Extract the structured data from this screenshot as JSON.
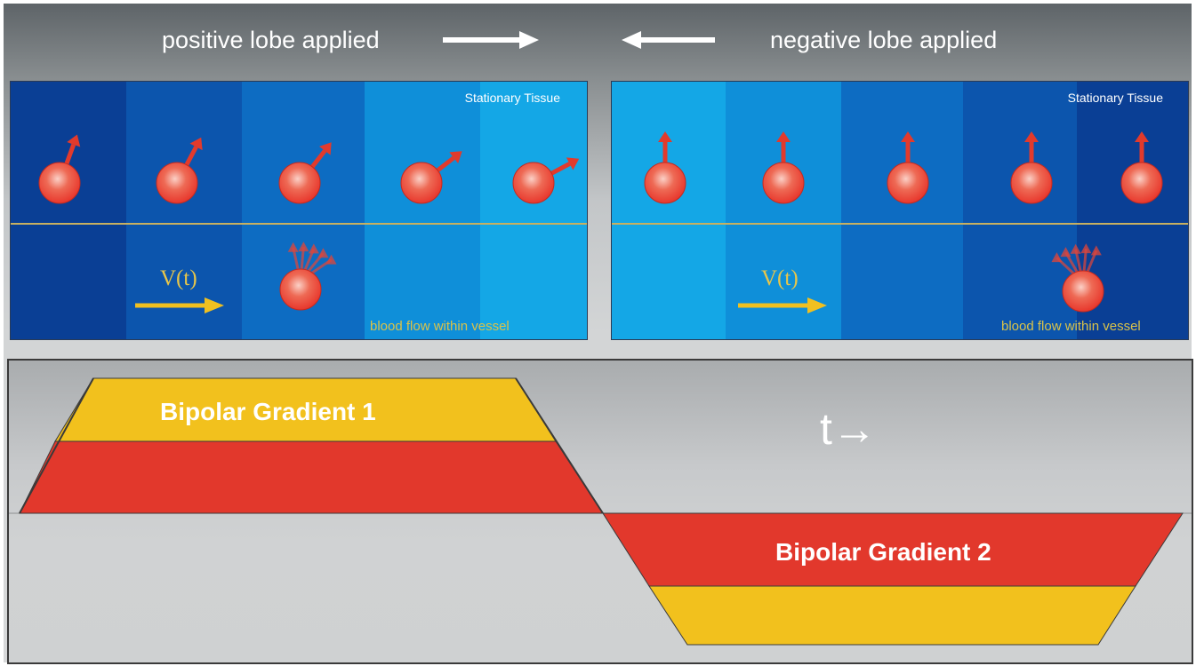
{
  "header": {
    "left_label": "positive lobe applied",
    "right_label": "negative lobe applied"
  },
  "left_panel": {
    "stationary_label": "Stationary Tissue",
    "velocity_label": "V(t)",
    "flow_label": "blood flow within vessel",
    "stationary_spin_angles_deg": [
      20,
      28,
      38,
      52,
      62
    ]
  },
  "right_panel": {
    "stationary_label": "Stationary Tissue",
    "velocity_label": "V(t)",
    "flow_label": "blood flow within vessel",
    "stationary_spin_angles_deg": [
      0,
      0,
      0,
      0,
      0
    ]
  },
  "gradients": {
    "gradient_1_label": "Bipolar Gradient 1",
    "gradient_2_label": "Bipolar Gradient 2",
    "time_label": "t→"
  },
  "colors": {
    "lobe_red": "#e2382c",
    "lobe_yellow": "#f2c11d",
    "spin_red": "#e8372c",
    "baseline": "#c8b060",
    "velocity_arrow": "#f0c020"
  }
}
